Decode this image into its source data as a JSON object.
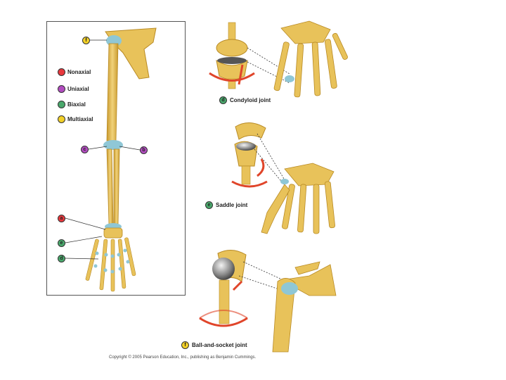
{
  "legend": {
    "items": [
      {
        "label": "Nonaxial",
        "color": "#e8383d"
      },
      {
        "label": "Uniaxial",
        "color": "#b24cc0"
      },
      {
        "label": "Biaxial",
        "color": "#4aa86c"
      },
      {
        "label": "Multiaxial",
        "color": "#f2d028"
      }
    ]
  },
  "arm_tags": {
    "f": "f",
    "c": "c",
    "b": "b",
    "a": "a",
    "e": "e",
    "d": "d"
  },
  "joints": {
    "d": {
      "letter": "d",
      "label": "Condyloid joint",
      "color": "#4aa86c"
    },
    "e": {
      "letter": "e",
      "label": "Saddle joint",
      "color": "#4aa86c"
    },
    "f": {
      "letter": "f",
      "label": "Ball-and-socket joint",
      "color": "#f2d028"
    }
  },
  "copyright": "Copyright © 2005 Pearson Education, Inc., publishing as Benjamin Cummings.",
  "colors": {
    "bone": "#e8c25a",
    "bone_dark": "#c99a2e",
    "cartilage": "#8fc7d6",
    "arrow": "#e0452a"
  }
}
